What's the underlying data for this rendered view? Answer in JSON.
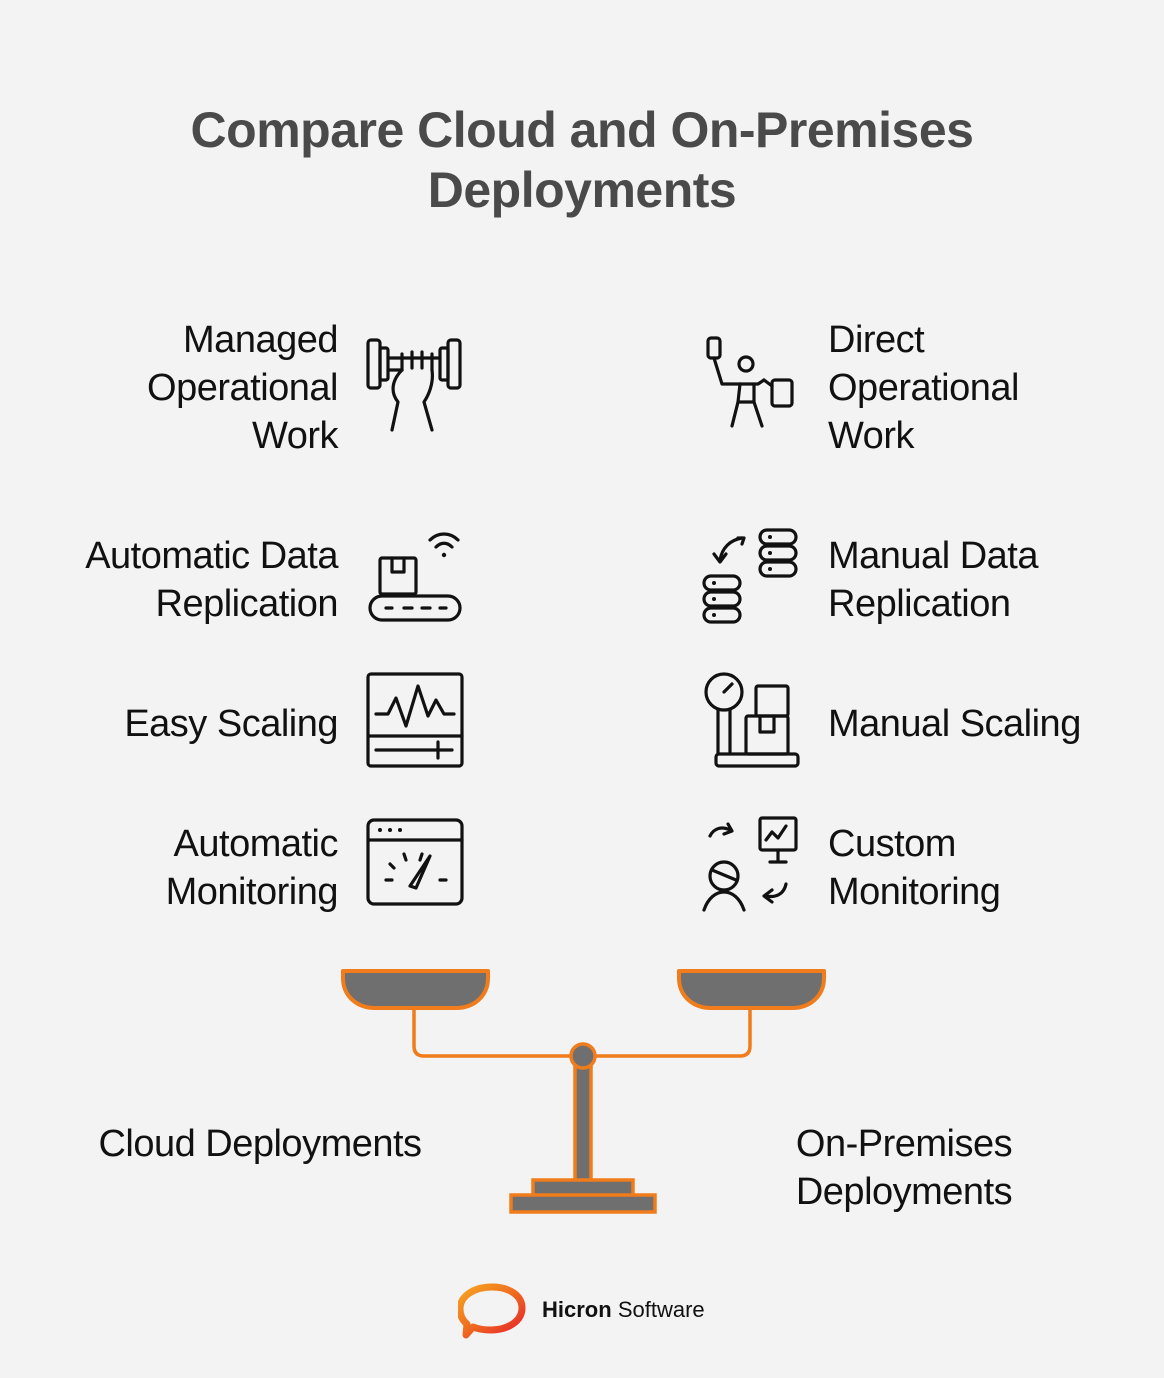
{
  "title": {
    "line1": "Compare Cloud and On-Premises",
    "line2": "Deployments"
  },
  "cloud": {
    "items": [
      {
        "lines": [
          "Managed",
          "Operational",
          "Work"
        ],
        "icon": "dumbbell-hand-icon"
      },
      {
        "lines": [
          "Automatic Data",
          "Replication"
        ],
        "icon": "conveyor-wifi-icon"
      },
      {
        "lines": [
          "Easy Scaling"
        ],
        "icon": "waveform-monitor-icon"
      },
      {
        "lines": [
          "Automatic",
          "Monitoring"
        ],
        "icon": "gauge-window-icon"
      }
    ],
    "label": "Cloud Deployments"
  },
  "onprem": {
    "items": [
      {
        "lines": [
          "Direct",
          "Operational",
          "Work"
        ],
        "icon": "person-lifting-icon"
      },
      {
        "lines": [
          "Manual Data",
          "Replication"
        ],
        "icon": "database-sync-icon"
      },
      {
        "lines": [
          "Manual Scaling"
        ],
        "icon": "gauge-boxes-icon"
      },
      {
        "lines": [
          "Custom",
          "Monitoring"
        ],
        "icon": "person-screen-icon"
      }
    ],
    "label": {
      "line1": "On-Premises",
      "line2": "Deployments"
    }
  },
  "brand": {
    "name_bold": "Hicron",
    "name_regular": "Software",
    "icon": "hicron-logo-icon"
  },
  "colors": {
    "accent": "#f07c1b",
    "scale_fill": "#6f6f6f",
    "title": "#4a4a4a",
    "background": "#f3f3f3"
  }
}
